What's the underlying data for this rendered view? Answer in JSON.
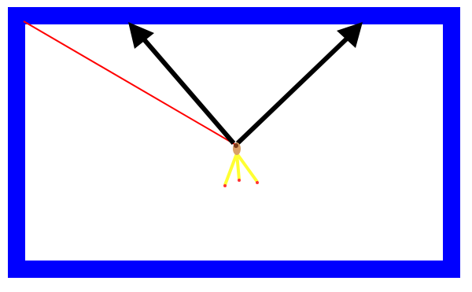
{
  "colors": {
    "background": "#ffffff",
    "arena_border": "#0000ff",
    "aim_line": "#ff0000",
    "direction_arrows": "#000000",
    "agent_body": "#d9a066",
    "agent_head": "#7a3b1a",
    "agent_legs": "#ffff33",
    "agent_feet": "#ff3333"
  },
  "icons": {
    "arena": "blue-walled-arena",
    "agent": "tripod-bug-agent",
    "action_left": "arrow-up-left-icon",
    "action_right": "arrow-up-right-icon",
    "aim": "red-laser-line"
  }
}
